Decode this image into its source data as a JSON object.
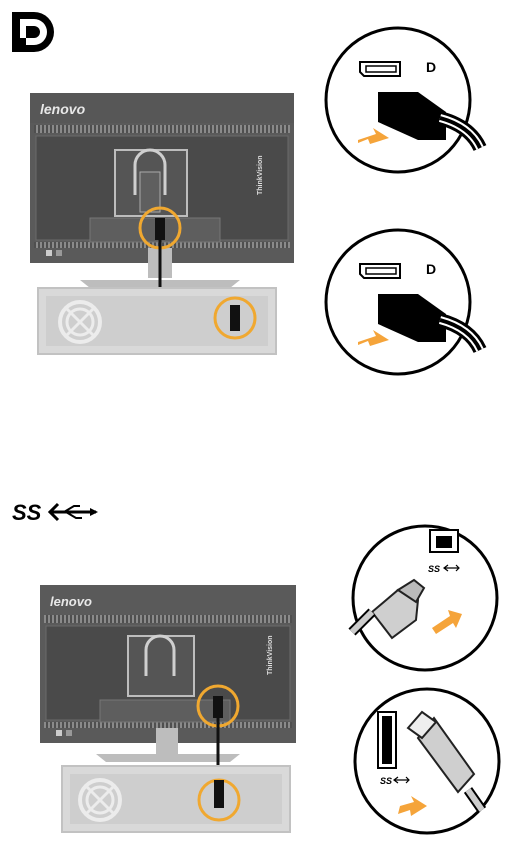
{
  "section_displayport": {
    "logo": "displayport-logo-icon",
    "monitor_brand": "lenovo",
    "monitor_side_label": "ThinkVision",
    "port_symbol": "D"
  },
  "section_usb": {
    "logo_text": "SS",
    "monitor_brand": "lenovo",
    "monitor_side_label": "ThinkVision",
    "port_symbol_text": "SS"
  },
  "colors": {
    "highlight_ring": "#f0a830",
    "arrow": "#f5a43a",
    "monitor_body": "#555555",
    "monitor_screen": "#4a4a4a",
    "pc_case": "#d9d9d9"
  }
}
